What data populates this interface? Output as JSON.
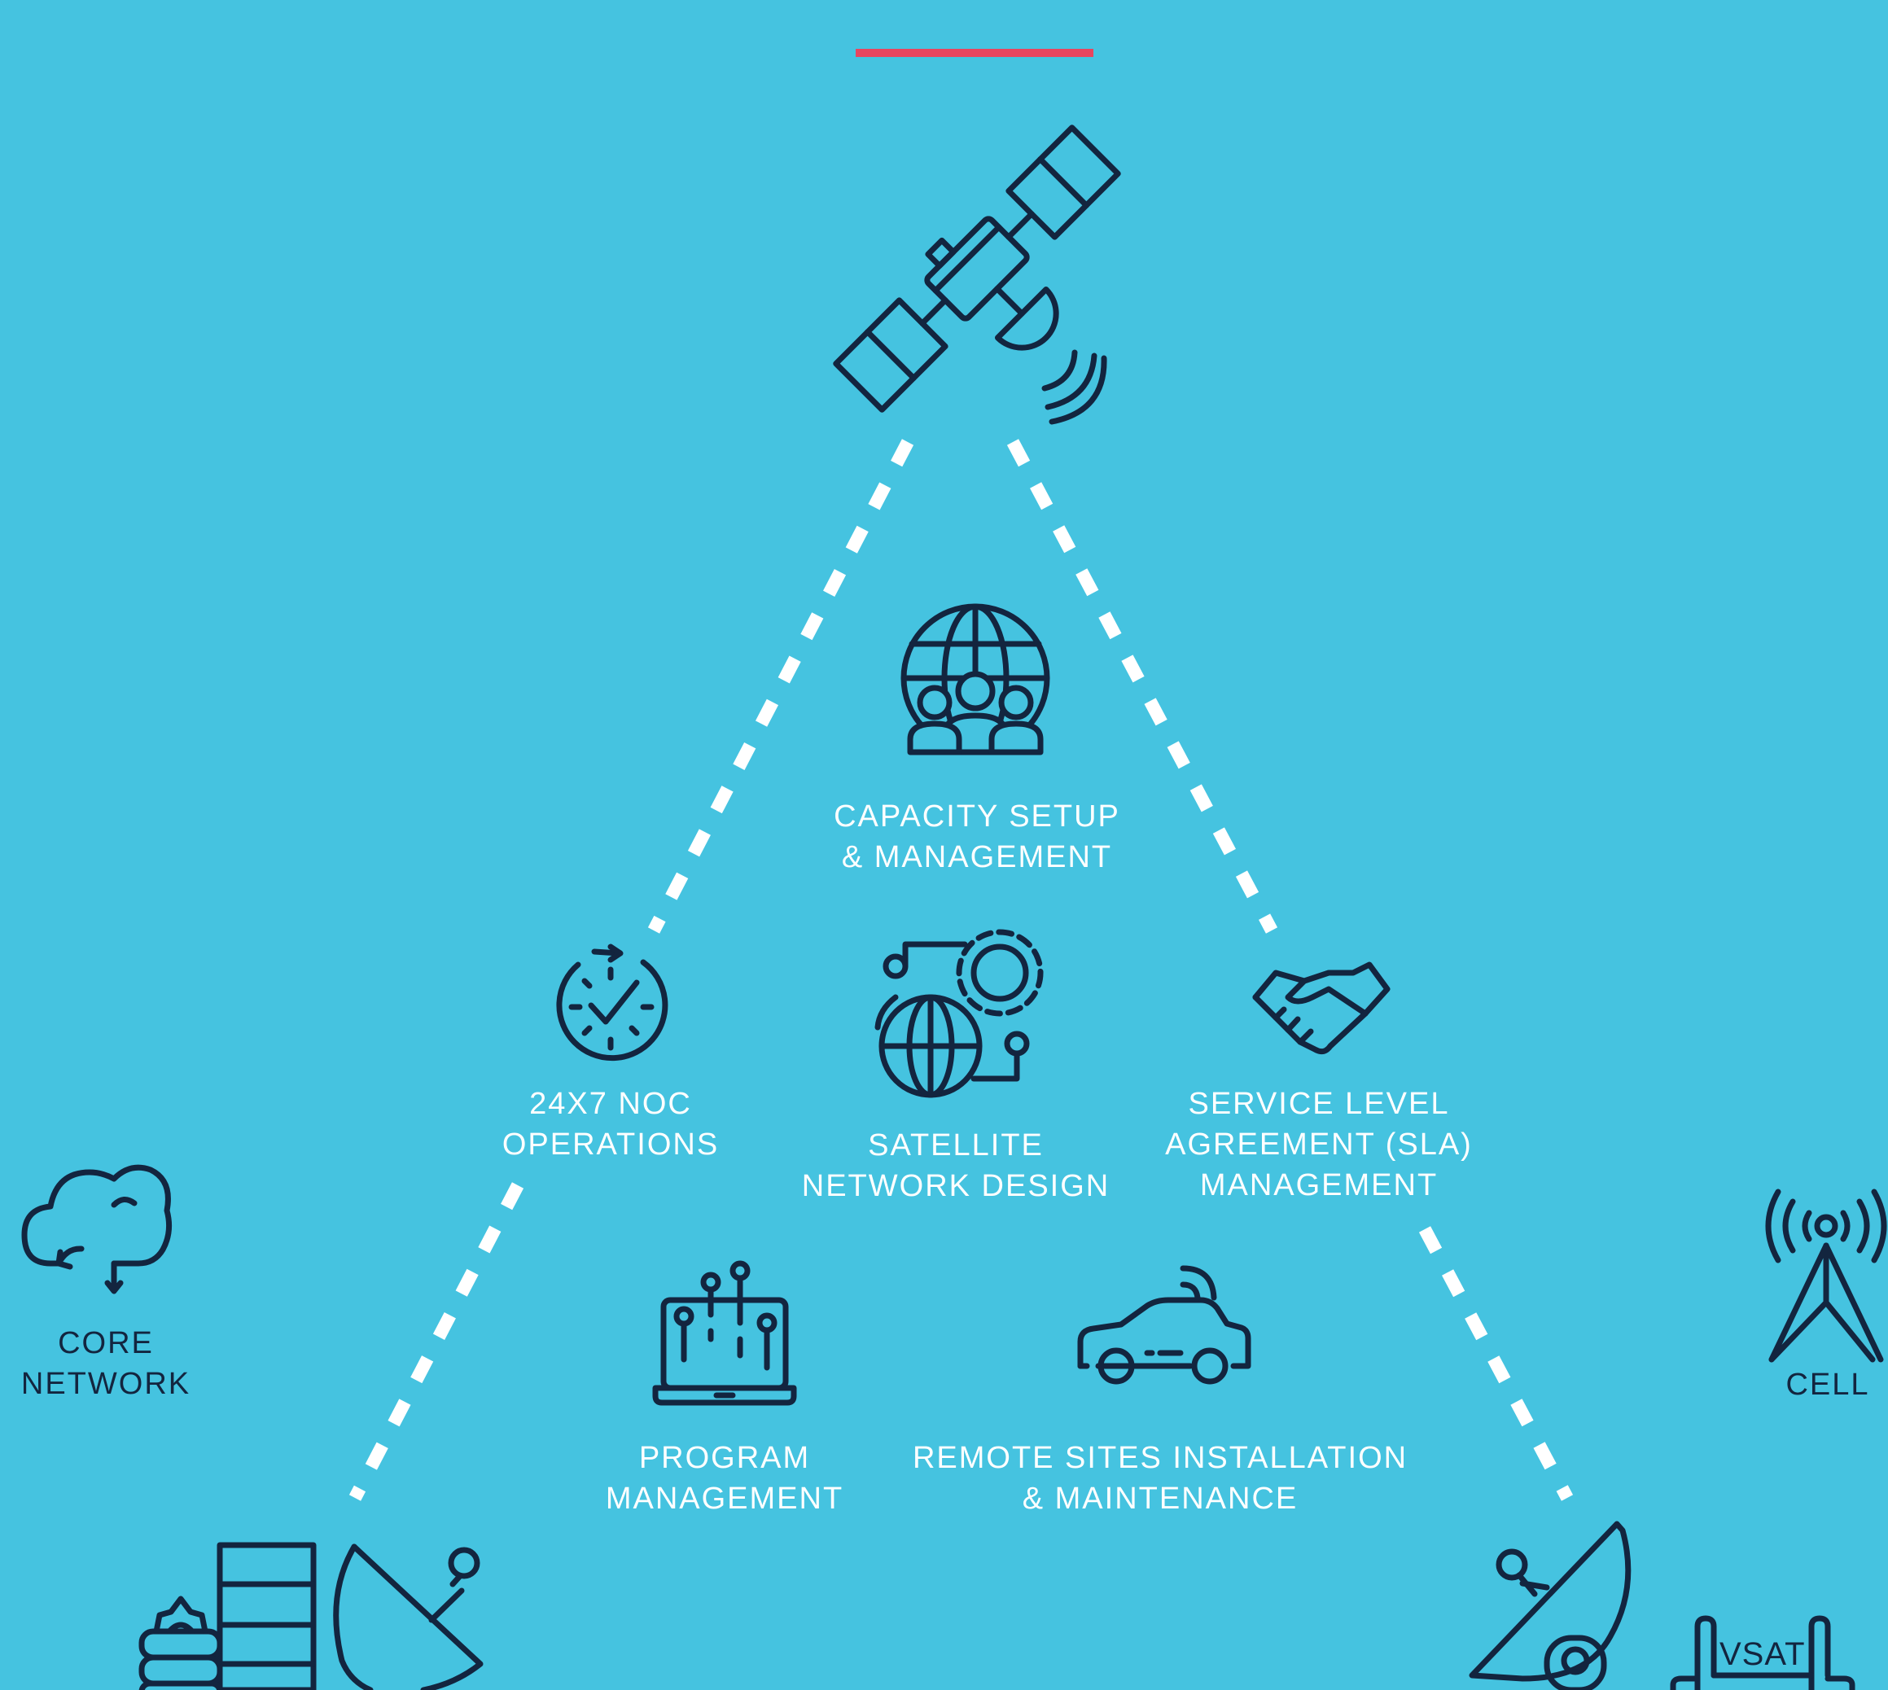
{
  "colors": {
    "background": "#45C3E0",
    "icon_stroke": "#13253F",
    "label_text": "#FFFFFF",
    "accent_bar": "#E8455F",
    "link_dashes": "#FFFFFF"
  },
  "center_services": [
    {
      "icon": "globe-team-icon",
      "label_lines": [
        "CAPACITY SETUP",
        "& MANAGEMENT"
      ]
    },
    {
      "icon": "stopwatch-check-icon",
      "label_lines": [
        "24X7 NOC",
        "OPERATIONS"
      ]
    },
    {
      "icon": "globe-gear-network-icon",
      "label_lines": [
        "SATELLITE",
        "NETWORK DESIGN"
      ]
    },
    {
      "icon": "handshake-icon",
      "label_lines": [
        "SERVICE LEVEL",
        "AGREEMENT (SLA)",
        "MANAGEMENT"
      ]
    },
    {
      "icon": "laptop-circuit-icon",
      "label_lines": [
        "PROGRAM",
        "MANAGEMENT"
      ]
    },
    {
      "icon": "connected-car-icon",
      "label_lines": [
        "REMOTE SITES INSTALLATION",
        "& MAINTENANCE"
      ]
    }
  ],
  "edge_nodes": [
    {
      "icon": "cloud-icon",
      "label_lines": [
        "CORE",
        "NETWORK"
      ]
    },
    {
      "icon": "cell-tower-icon",
      "label_lines": [
        "CELL"
      ]
    },
    {
      "icon": "vsat-terminal-icon",
      "label": "VSAT"
    }
  ],
  "apex_icon": "satellite-icon",
  "base_icons": [
    "gateway-servers-icon",
    "ground-dish-left-icon",
    "ground-dish-right-icon"
  ]
}
